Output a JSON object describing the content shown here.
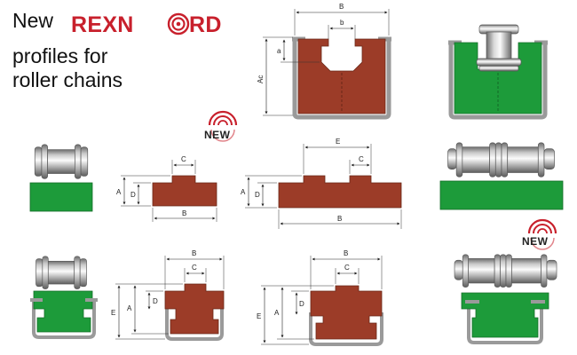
{
  "header": {
    "word_new": "New",
    "brand_left": "REXN",
    "brand_right": "RD",
    "line2": "profiles for",
    "line3": "roller chains"
  },
  "badge_text": "NEW",
  "labels": {
    "A": "A",
    "B": "B",
    "C": "C",
    "D": "D",
    "E": "E",
    "a": "a",
    "b": "b",
    "Ac": "Ac"
  },
  "colors": {
    "profile_brown": "#9c3c28",
    "profile_green": "#1d9b3a",
    "metal_grey": "#a9a9a9",
    "brand_red": "#c8202c"
  }
}
